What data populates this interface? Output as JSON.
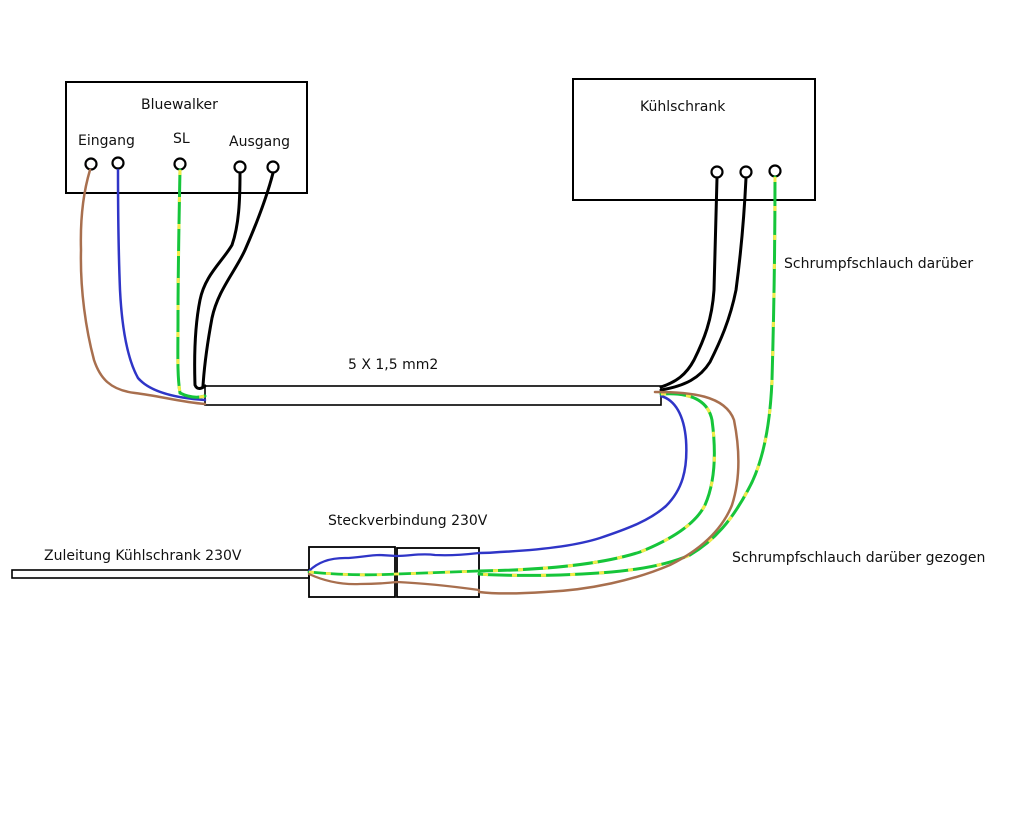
{
  "devices": {
    "bluewalker": {
      "title": "Bluewalker",
      "terminals": {
        "input": "Eingang",
        "pe": "SL",
        "output": "Ausgang"
      }
    },
    "fridge": {
      "title": "Kühlschrank"
    }
  },
  "cables": {
    "main": "5 X 1,5 mm2",
    "supply": "Zuleitung Kühlschrank 230V"
  },
  "connector": {
    "label": "Steckverbindung 230V"
  },
  "notes": {
    "shrink_tube_over": "Schrumpfschlauch darüber",
    "shrink_tube_pulled": "Schrumpfschlauch darüber gezogen"
  },
  "colors": {
    "brown": "#a86f4e",
    "blue": "#2f35c7",
    "green": "#16c53a",
    "yellow": "#f4ec4a",
    "black": "#000000"
  }
}
